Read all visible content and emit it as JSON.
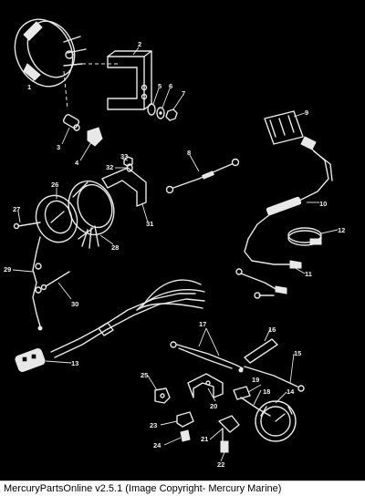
{
  "diagram": {
    "background": "#000000",
    "line_color": "#e8e8e8",
    "callouts": [
      "1",
      "2",
      "3",
      "4",
      "5",
      "6",
      "7",
      "8",
      "9",
      "10",
      "11",
      "12",
      "13",
      "14",
      "15",
      "16",
      "17",
      "18",
      "19",
      "20",
      "21",
      "22",
      "23",
      "24",
      "25",
      "26",
      "27",
      "28",
      "29",
      "30",
      "31",
      "32",
      "33"
    ]
  },
  "footer": {
    "text": "MercuryPartsOnline v2.5.1 (Image Copyright- Mercury Marine)"
  }
}
